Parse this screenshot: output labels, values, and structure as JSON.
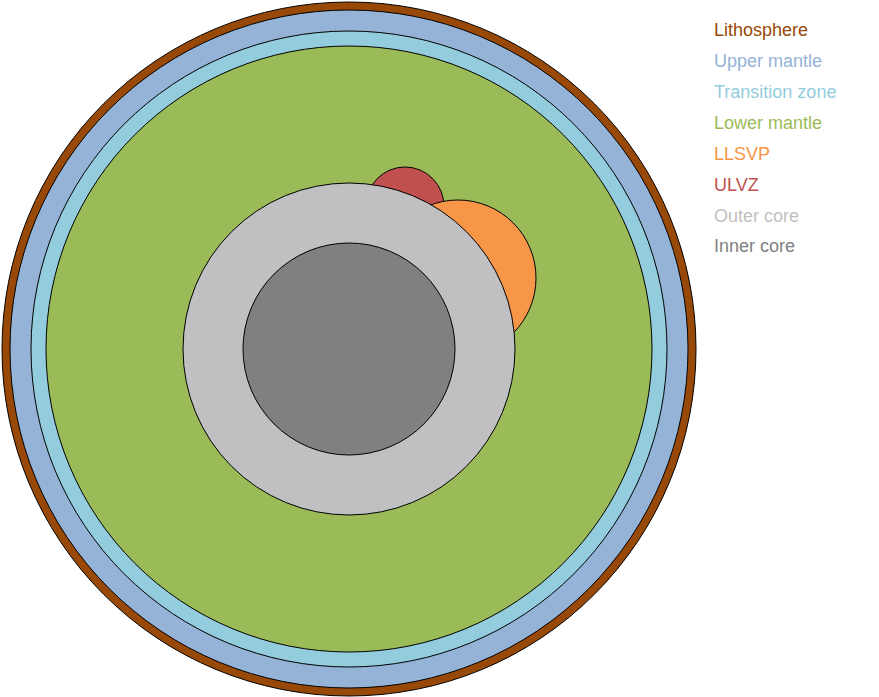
{
  "diagram": {
    "legend": [
      {
        "text": "Lithosphere",
        "color": "#984807"
      },
      {
        "text": "Upper mantle",
        "color": "#95b3d7"
      },
      {
        "text": "Transition zone",
        "color": "#93cddd"
      },
      {
        "text": "Lower mantle",
        "color": "#9bbb59"
      },
      {
        "text": "LLSVP",
        "color": "#f79646"
      },
      {
        "text": "ULVZ",
        "color": "#c0504d"
      },
      {
        "text": "Outer core",
        "color": "#bfbfbf"
      },
      {
        "text": "Inner core",
        "color": "#7f7f7f"
      }
    ]
  }
}
